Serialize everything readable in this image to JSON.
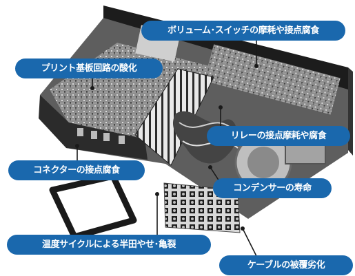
{
  "callouts": {
    "volume_switch": "ボリューム･スイッチの摩耗や接点腐食",
    "pcb_oxidation": "プリント基板回路の酸化",
    "relay": "リレーの接点摩耗や腐食",
    "connector": "コネクターの接点腐食",
    "capacitor": "コンデンサーの寿命",
    "solder": "温度サイクルによる半田やせ･亀裂",
    "cable": "ケーブルの被覆劣化"
  },
  "colors": {
    "callout_background": "#1a68ad",
    "callout_text": "#ffffff",
    "leader_line": "#1a1a1a"
  }
}
